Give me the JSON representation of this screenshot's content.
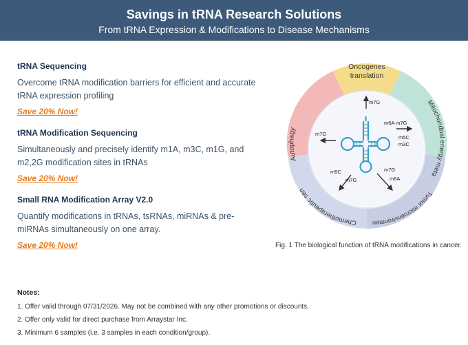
{
  "header": {
    "title": "Savings in tRNA Research Solutions",
    "subtitle": "From tRNA Expression & Modifications to Disease Mechanisms"
  },
  "products": [
    {
      "title": "tRNA Sequencing",
      "description": "Overcome tRNA modification barriers for efficient and accurate tRNA expression profiling",
      "offer": "Save 20% Now!"
    },
    {
      "title": "tRNA Modification Sequencing",
      "description": "Simultaneously and precisely identify m1A, m3C, m1G, and m2,2G modification sites in tRNAs",
      "offer": "Save 20% Now!"
    },
    {
      "title": "Small RNA Modification Array V2.0",
      "description": "Quantify modifications in tRNAs, tsRNAs, miRNAs & pre-miRNAs simultaneously on one array.",
      "offer": "Save 20% Now!"
    }
  ],
  "figure": {
    "segments": {
      "top_line1": "Oncogenes",
      "top_line2": "translation",
      "right": "Mitochondrial energy metabolism",
      "bottom_right": "Tumor microenvironment and immunity",
      "bottom_left": "Chemotherapeutic sensitivity",
      "left": "Autophagy"
    },
    "mods": {
      "top": "m7G",
      "right_1": "m6A m7G",
      "right_2": "m5C",
      "right_3": "m3C",
      "left": "m7G",
      "bottom_left_1": "m5C",
      "bottom_left_2": "m7G",
      "bottom_right_1": "m7G",
      "bottom_right_2": "m6A"
    },
    "colors": {
      "top": "#f5dc8a",
      "right": "#bfe3d8",
      "bottom_right": "#c7cde3",
      "bottom_left": "#ccd3ea",
      "left": "#f3b8b8",
      "inner_circle": "#dfe6f2",
      "trna": "#3a9fc6",
      "arrow": "#333333"
    },
    "caption": "Fig. 1 The biological function of tRNA modifications in cancer."
  },
  "notes": {
    "title": "Notes:",
    "items": [
      "1. Offer valid through 07/31/2026. May not be combined with any other promotions or discounts.",
      "2. Offer only valid for direct purchase from Arraystar Inc.",
      "3. Minimum 6 samples (i.e. 3 samples in each condition/group)."
    ]
  }
}
